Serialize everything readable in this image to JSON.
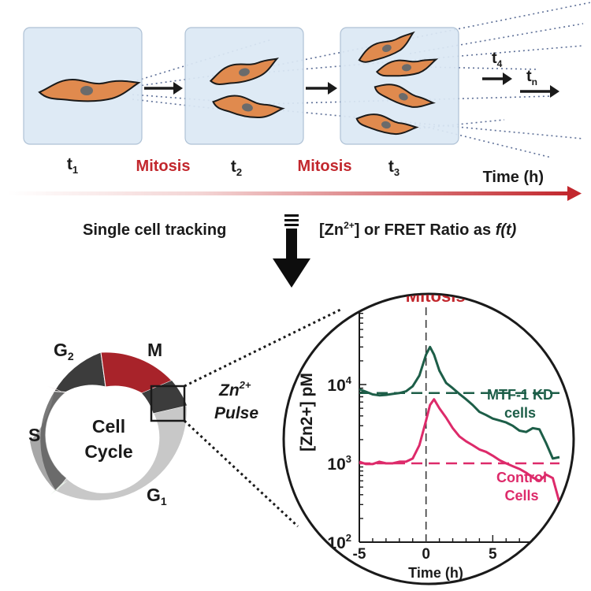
{
  "timeline": {
    "frames": [
      {
        "label": "t",
        "sub": "1"
      },
      {
        "label": "t",
        "sub": "2"
      },
      {
        "label": "t",
        "sub": "3"
      }
    ],
    "mitosis_labels": [
      "Mitosis",
      "Mitosis"
    ],
    "t4": {
      "label": "t",
      "sub": "4"
    },
    "tn": {
      "label": "t",
      "sub": "n"
    },
    "time_axis_label": "Time (h)"
  },
  "tracking": {
    "left_text": "Single cell tracking",
    "right_text_prefix": "[Zn",
    "right_text_sup": "2+",
    "right_text_mid": "] or FRET Ratio as ",
    "right_text_fn": "f(t)"
  },
  "cell_cycle": {
    "center_line1": "Cell",
    "center_line2": "Cycle",
    "phases": [
      {
        "label": "M",
        "sub": ""
      },
      {
        "label": "G",
        "sub": "2"
      },
      {
        "label": "S",
        "sub": ""
      },
      {
        "label": "G",
        "sub": "1"
      }
    ],
    "pulse_label": "Zn",
    "pulse_sup": "2+",
    "pulse_label2": "Pulse"
  },
  "colors": {
    "accent_red": "#c2272d",
    "cell_fill": "#e08a4e",
    "frame_fill": "#dce9f5",
    "mtf_line": "#1d5e48",
    "control_line": "#dd2a6a",
    "phase_m": "#a8232a",
    "phase_g2": "#3c3c3c",
    "phase_s": "#7a7a7a",
    "phase_g1": "#c8c8c8"
  },
  "chart_data": {
    "type": "line",
    "title": "Mitosis",
    "xlabel": "Time (h)",
    "ylabel": "[Zn2+] pM",
    "xlim": [
      -5,
      10
    ],
    "ylim": [
      100,
      100000
    ],
    "yscale": "log",
    "x_ticks": [
      "-5",
      "0",
      "5"
    ],
    "y_ticks": [
      {
        "base": "10",
        "exp": "2"
      },
      {
        "base": "10",
        "exp": "3"
      },
      {
        "base": "10",
        "exp": "4"
      }
    ],
    "series": [
      {
        "name": "MTF-1 KD cells",
        "name_lines": [
          "MTF-1 KD",
          "cells"
        ],
        "x": [
          -5,
          -4.5,
          -4,
          -3.5,
          -3,
          -2.5,
          -2,
          -1.5,
          -1,
          -0.5,
          0,
          0.3,
          0.6,
          1,
          1.5,
          2,
          2.5,
          3,
          3.5,
          4,
          4.5,
          5,
          5.5,
          6,
          6.5,
          7,
          7.5,
          8,
          8.5,
          9,
          9.5,
          10
        ],
        "y": [
          8700,
          8100,
          7500,
          7300,
          7400,
          7600,
          7800,
          8200,
          9500,
          13000,
          24000,
          30000,
          24000,
          15000,
          10500,
          9000,
          7600,
          6500,
          5500,
          4500,
          4100,
          3700,
          3500,
          3300,
          3000,
          2600,
          2500,
          2800,
          2700,
          1800,
          1150,
          1200
        ]
      },
      {
        "name": "Control Cells",
        "name_lines": [
          "Control",
          "Cells"
        ],
        "x": [
          -5,
          -4.5,
          -4,
          -3.5,
          -3,
          -2.5,
          -2,
          -1.5,
          -1,
          -0.5,
          0,
          0.3,
          0.6,
          1,
          1.5,
          2,
          2.5,
          3,
          3.5,
          4,
          4.5,
          5,
          5.5,
          6,
          6.5,
          7,
          7.5,
          8,
          8.5,
          9,
          9.5,
          10
        ],
        "y": [
          1050,
          980,
          980,
          1050,
          1000,
          1000,
          1050,
          1050,
          1150,
          1700,
          3500,
          5500,
          6500,
          5000,
          3800,
          2800,
          2200,
          1900,
          1700,
          1500,
          1400,
          1250,
          1100,
          1000,
          920,
          850,
          760,
          660,
          600,
          720,
          650,
          320
        ]
      }
    ],
    "baselines": [
      {
        "series": "MTF-1 KD cells",
        "y": 7800
      },
      {
        "series": "Control Cells",
        "y": 1000
      }
    ],
    "event_line_x": 0
  }
}
